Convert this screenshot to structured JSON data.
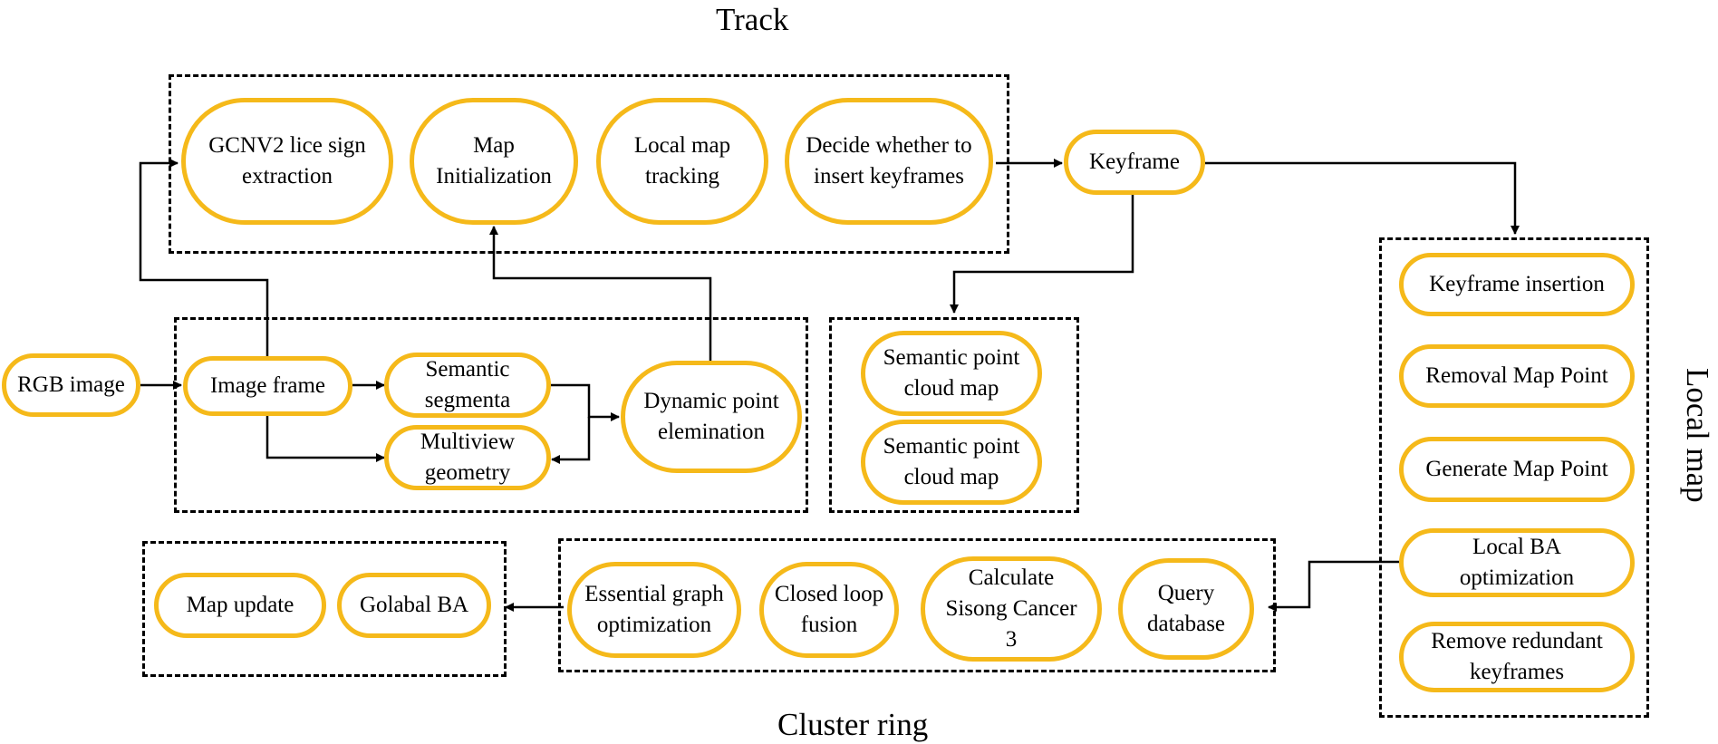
{
  "titles": {
    "track": "Track",
    "local_map": "Local map",
    "cluster_ring": "Cluster ring"
  },
  "nodes": {
    "gcnv2": "GCNV2 lice sign\nextraction",
    "map_init": "Map\nInitialization",
    "local_map_tracking": "Local map\ntracking",
    "decide_keyframes": "Decide whether to\ninsert keyframes",
    "keyframe": "Keyframe",
    "rgb_image": "RGB image",
    "image_frame": "Image frame",
    "semantic_segmenta": "Semantic\nsegmenta",
    "multiview_geometry": "Multiview\ngeometry",
    "dynamic_point": "Dynamic point\nelemination",
    "semantic_cloud_1": "Semantic point\ncloud map",
    "semantic_cloud_2": "Semantic point\ncloud map",
    "keyframe_insertion": "Keyframe insertion",
    "removal_map_point": "Removal Map Point",
    "generate_map_point": "Generate Map Point",
    "local_ba": "Local BA\noptimization",
    "remove_redundant": "Remove redundant\nkeyframes",
    "map_update": "Map update",
    "global_ba": "Golabal BA",
    "essential_graph": "Essential graph\noptimization",
    "closed_loop": "Closed loop\nfusion",
    "calculate_sisong": "Calculate\nSisong Cancer\n3",
    "query_database": "Query\ndatabase"
  },
  "colors": {
    "node_border": "#F5B91A",
    "line": "#000000"
  }
}
